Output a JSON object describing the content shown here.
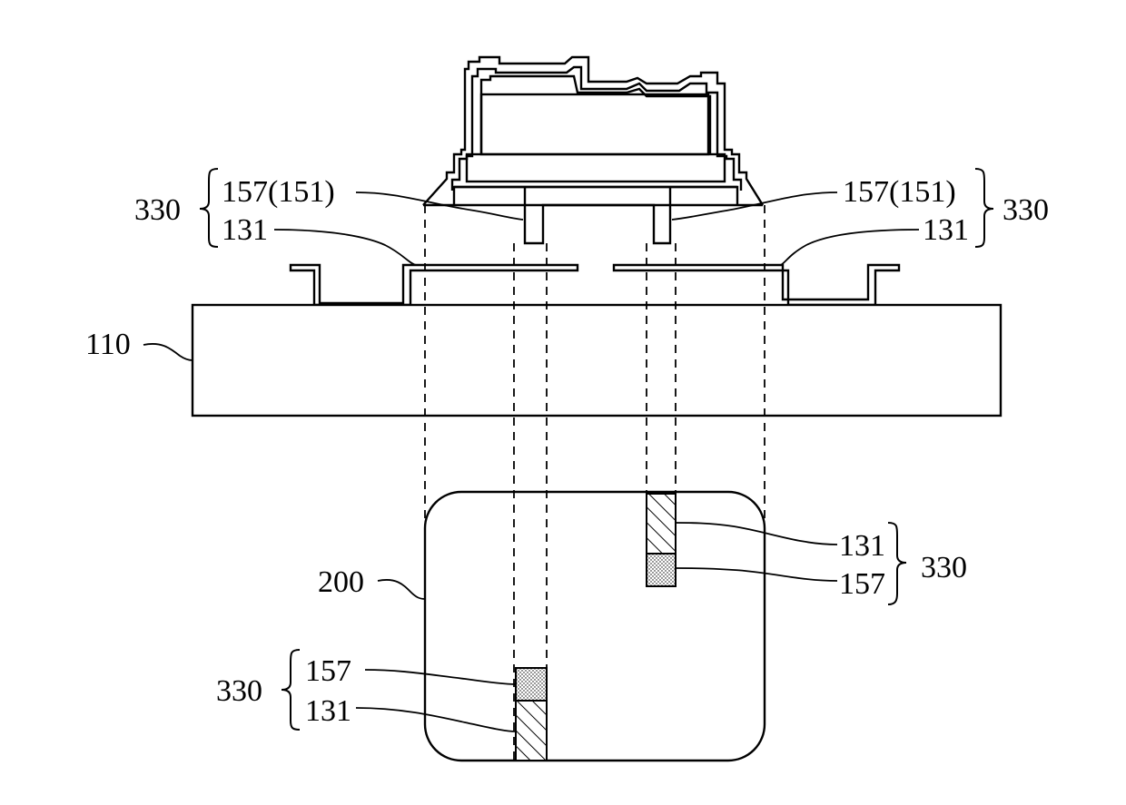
{
  "labels": {
    "ref_330_top_left": "330",
    "ref_157_top_left": "157(151)",
    "ref_131_top_left": "131",
    "ref_157_top_right": "157(151)",
    "ref_131_top_right": "131",
    "ref_330_top_right": "330",
    "ref_110": "110",
    "ref_200": "200",
    "ref_131_mid_right": "131",
    "ref_157_mid_right": "157",
    "ref_330_mid_right": "330",
    "ref_330_bottom_left": "330",
    "ref_157_bottom_left": "157",
    "ref_131_bottom_left": "131"
  },
  "fills": {
    "hatch": "hatched",
    "dotted": "dotted"
  },
  "colors": {
    "line": "#000000",
    "background": "#ffffff"
  }
}
